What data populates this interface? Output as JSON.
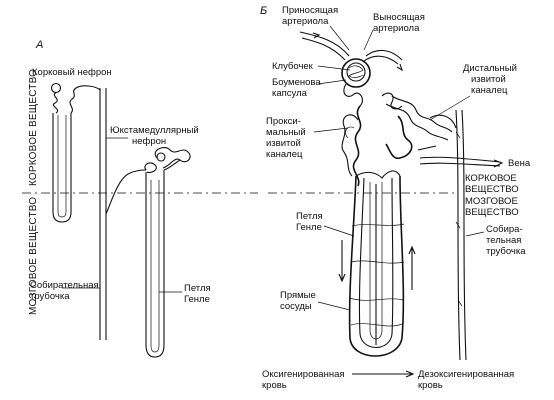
{
  "panel_a": {
    "letter": "А",
    "cortex_vertical": "КОРКОВОЕ ВЕЩЕСТВО",
    "medulla_vertical": "МОЗГОВОЕ ВЕЩЕСТВО",
    "cortical_nephron": "Корковый нефрон",
    "juxta_line1": "Юкстамедуллярный",
    "juxta_line2": "нефрон",
    "collecting_line1": "Собирательная",
    "collecting_line2": "трубочка",
    "loop_line1": "Петля",
    "loop_line2": "Генле"
  },
  "panel_b": {
    "letter": "Б",
    "afferent_line1": "Приносящая",
    "afferent_line2": "артериола",
    "efferent_line1": "Выносящая",
    "efferent_line2": "артериола",
    "glomerulus": "Клубочек",
    "bowman_line1": "Боуменова",
    "bowman_line2": "капсула",
    "distal_line1": "Дистальный",
    "distal_line2": "извитой",
    "distal_line3": "каналец",
    "proximal_line1": "Прокси-",
    "proximal_line2": "мальный",
    "proximal_line3": "извитой",
    "proximal_line4": "каналец",
    "vein": "Вена",
    "cortex_line1": "КОРКОВОЕ",
    "cortex_line2": "ВЕЩЕСТВО",
    "medulla_line1": "МОЗГОВОЕ",
    "medulla_line2": "ВЕЩЕСТВО",
    "loop_line1": "Петля",
    "loop_line2": "Генле",
    "collecting_line1": "Собира-",
    "collecting_line2": "тельная",
    "collecting_line3": "трубочка",
    "vasa_line1": "Прямые",
    "vasa_line2": "сосуды",
    "oxygenated_line1": "Оксигенированная",
    "oxygenated_line2": "кровь",
    "deoxygenated_line1": "Дезоксигенированная",
    "deoxygenated_line2": "кровь"
  }
}
